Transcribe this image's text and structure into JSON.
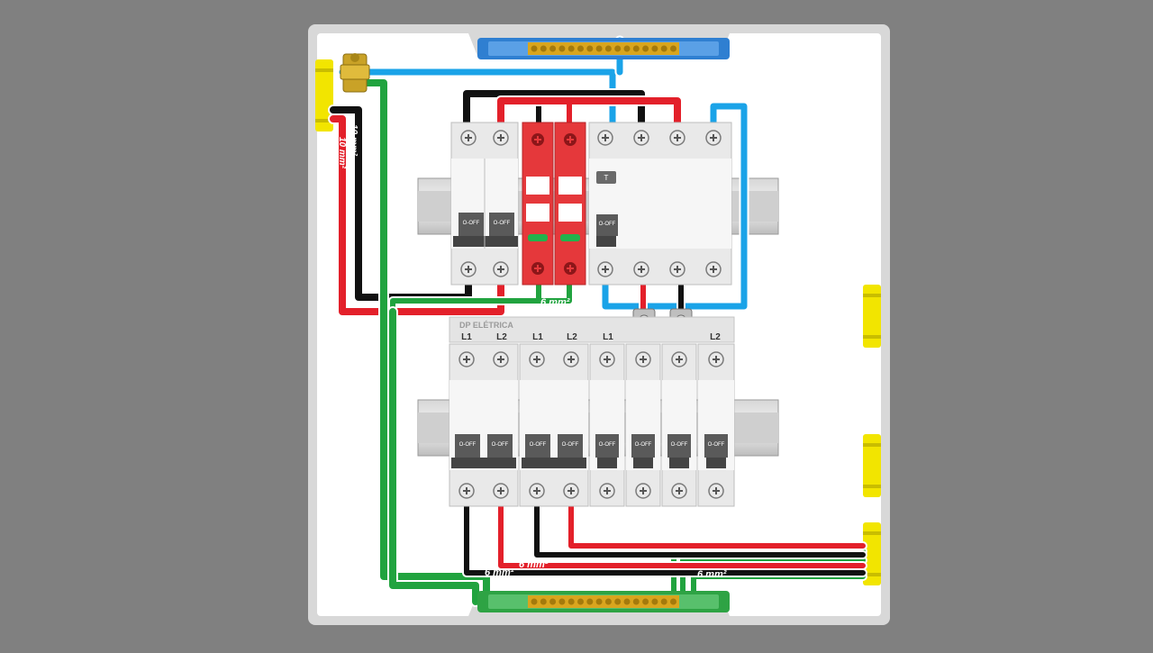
{
  "brand": "DP ELÉTRICA",
  "wire_labels": {
    "incoming_phase_1": "10 mm²",
    "incoming_phase_2": "10 mm²",
    "dps_ground": "6 mm²",
    "out_black": "6 mm²",
    "out_red": "6 mm²",
    "out_green": "6 mm²"
  },
  "top_breaker": {
    "switch_label": "O-OFF"
  },
  "dr_device": {
    "test_button": "T",
    "switch_label": "O-OFF"
  },
  "phase_labels": [
    "L1",
    "L2",
    "L1",
    "L2",
    "L1",
    "",
    "",
    "L2"
  ],
  "breaker_switch_label": "O-OFF",
  "colors": {
    "background": "#808080",
    "panel": "#ffffff",
    "neutral_wire": "#1aa3e8",
    "phase_red": "#e3202a",
    "phase_black": "#111111",
    "ground_wire": "#21a33f",
    "dps": "#e5383b",
    "neutral_bar": "#2f7fd1",
    "ground_bar": "#2ea344",
    "grommet": "#f2e500"
  }
}
